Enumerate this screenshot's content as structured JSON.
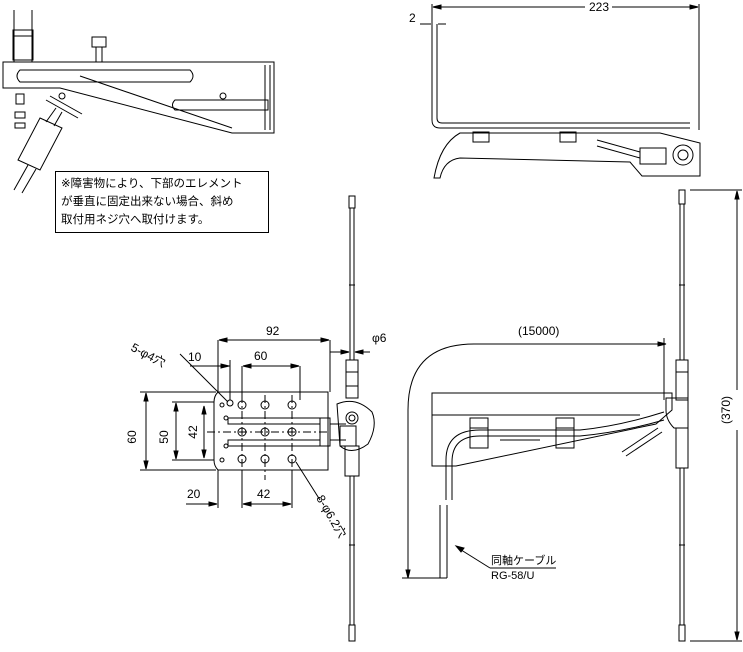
{
  "note": {
    "lines": [
      "※障害物により、下部のエレメント",
      "が垂直に固定出来ない場合、斜め",
      "取付用ネジ穴へ取付けます。"
    ]
  },
  "dimensions": {
    "top_offset": "2",
    "top_width": "223",
    "bracket_width": "92",
    "element_dia": "φ6",
    "hole_spacing_outer": "60",
    "hole_spacing_left": "10",
    "small_holes": "5-φ4穴",
    "height_60": "60",
    "height_50": "50",
    "height_42_v": "42",
    "bottom_20": "20",
    "bottom_42": "42",
    "large_holes": "8-φ6.2穴",
    "cable_length": "(15000)",
    "total_length": "(370)"
  },
  "labels": {
    "coax_cable": "同軸ケーブル",
    "coax_type": "RG-58/U"
  }
}
